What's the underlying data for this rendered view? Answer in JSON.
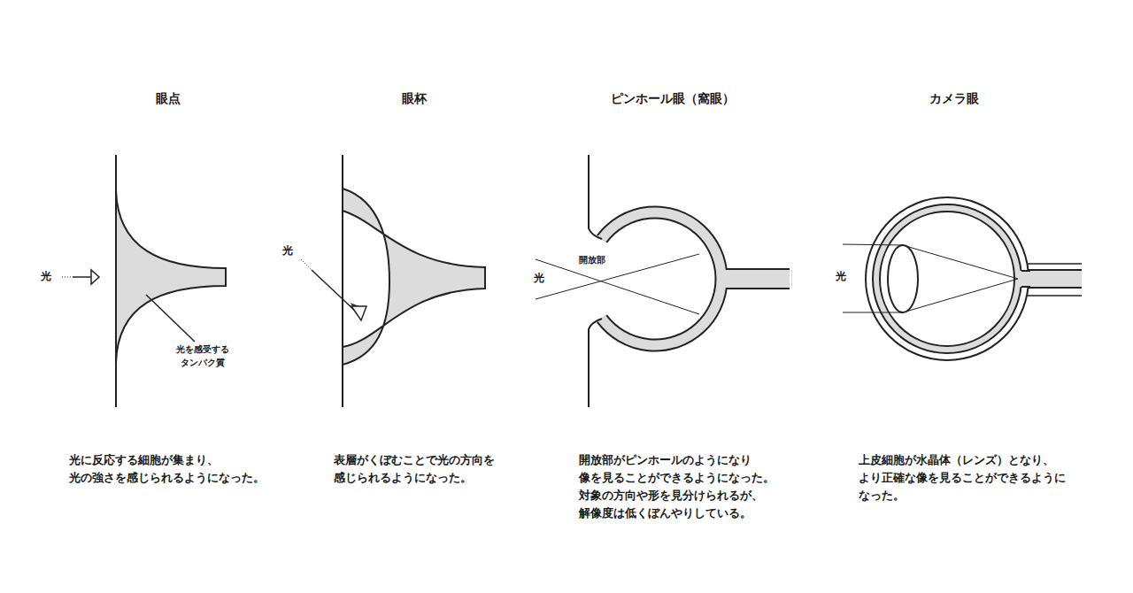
{
  "diagram": {
    "labels": [
      "眼点",
      "眼杯",
      "ピンホール眼（窩眼）",
      "カメラ眼",
      "光",
      "光を感受する タンパク質",
      "光",
      "開放部",
      "光",
      "光",
      "光に反応する細胞が集まり、 光の強さを感じられるようになった。",
      "表層がくぼむことで光の方向を 感じられるようになった。",
      "開放部がピンホールのようになり 像を見ることができるようになった。 対象の方向や形を見分けられるが、 解像度は低くぼんやりしている。",
      "上皮細胞が水晶体（レンズ）となり、 より正確な像を見ることができるように なった。"
    ]
  }
}
